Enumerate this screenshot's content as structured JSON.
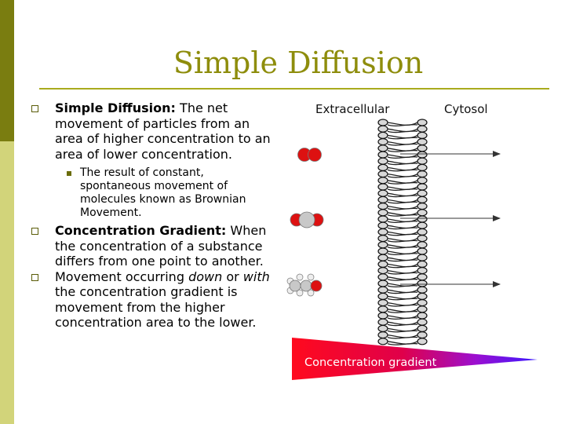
{
  "title": "Simple Diffusion",
  "bullets": {
    "b1": {
      "term": "Simple Diffusion:",
      "text": " The net movement of particles from an area of higher concentration to an area of lower concentration.",
      "sub": "The result of constant, spontaneous movement of molecules known as Brownian Movement."
    },
    "b2": {
      "term": "Concentration Gradient:",
      "text": " When the concentration of a substance differs from one point to another."
    },
    "b3": {
      "pre": "Movement occurring ",
      "em1": "down",
      "mid1": " or ",
      "em2": "with",
      "post": " the concentration gradient is movement from the higher concentration area to the lower."
    }
  },
  "diagram": {
    "left_label": "Extracellular",
    "right_label": "Cytosol",
    "gradient_label": "Concentration gradient",
    "colors": {
      "gradient_start": "#ff0a1e",
      "gradient_mid": "#d7005f",
      "gradient_end": "#3a18ff",
      "molecule_red": "#dd1111",
      "molecule_gray": "#c8c8c8"
    }
  }
}
